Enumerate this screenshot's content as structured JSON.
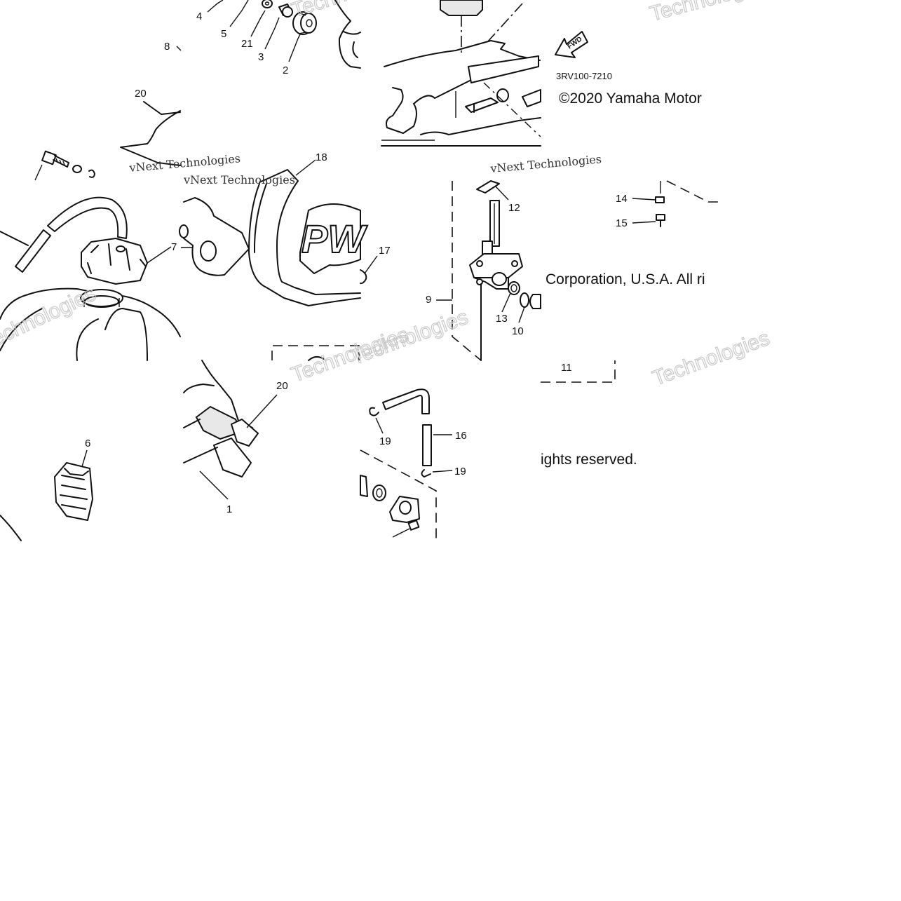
{
  "diagram": {
    "part_code": "3RV100-7210",
    "copyright_line_1": "©2020 Yamaha Motor",
    "copyright_line_2": "Corporation, U.S.A. All ri",
    "copyright_line_3": "ights reserved.",
    "direction_arrow_label": "FWD",
    "logo_text": "PW",
    "watermark_primary": "Technologies",
    "watermark_secondary": "vNext Technologies",
    "callouts": [
      {
        "id": "c1",
        "label": "1"
      },
      {
        "id": "c2",
        "label": "2"
      },
      {
        "id": "c3",
        "label": "3"
      },
      {
        "id": "c4",
        "label": "4"
      },
      {
        "id": "c5",
        "label": "5"
      },
      {
        "id": "c6",
        "label": "6"
      },
      {
        "id": "c7",
        "label": "7"
      },
      {
        "id": "c8",
        "label": "8"
      },
      {
        "id": "c9",
        "label": "9"
      },
      {
        "id": "c10",
        "label": "10"
      },
      {
        "id": "c11",
        "label": "11"
      },
      {
        "id": "c12",
        "label": "12"
      },
      {
        "id": "c13",
        "label": "13"
      },
      {
        "id": "c14",
        "label": "14"
      },
      {
        "id": "c15",
        "label": "15"
      },
      {
        "id": "c16",
        "label": "16"
      },
      {
        "id": "c17",
        "label": "17"
      },
      {
        "id": "c18",
        "label": "18"
      },
      {
        "id": "c19a",
        "label": "19"
      },
      {
        "id": "c19b",
        "label": "19"
      },
      {
        "id": "c20a",
        "label": "20"
      },
      {
        "id": "c20b",
        "label": "20"
      },
      {
        "id": "c21",
        "label": "21"
      }
    ]
  }
}
